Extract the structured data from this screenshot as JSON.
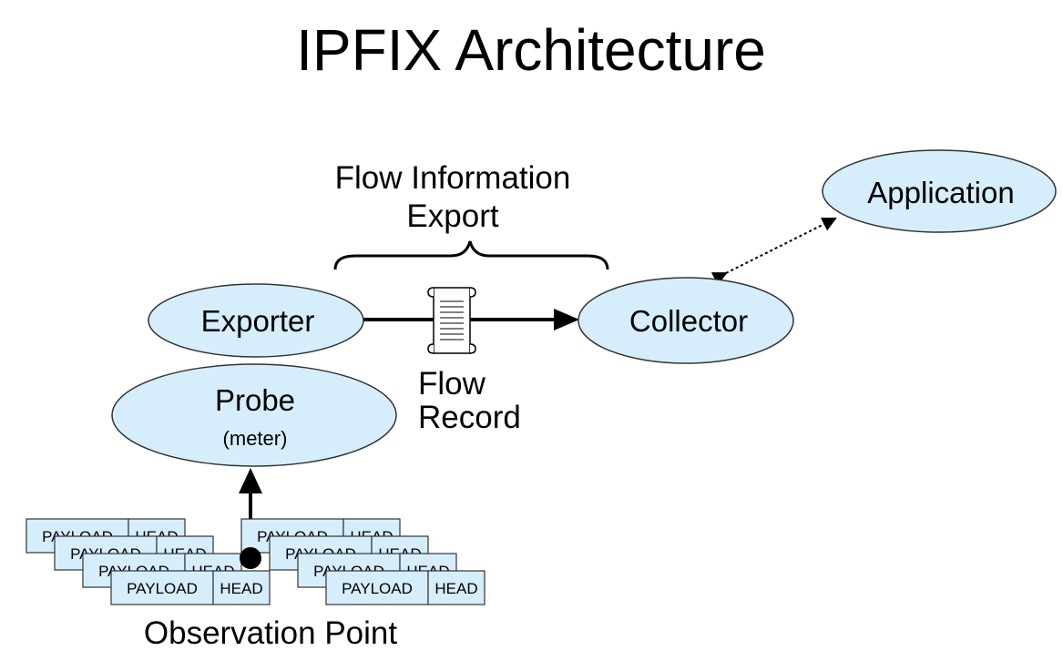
{
  "title": "IPFIX Architecture",
  "nodes": {
    "exporter": "Exporter",
    "probe": "Probe",
    "probe_sub": "(meter)",
    "collector": "Collector",
    "application": "Application"
  },
  "labels": {
    "flow_info_line1": "Flow Information",
    "flow_info_line2": "Export",
    "flow_record_line1": "Flow",
    "flow_record_line2": "Record",
    "observation_point": "Observation Point"
  },
  "packet": {
    "payload": "PAYLOAD",
    "head": "HEAD"
  },
  "colors": {
    "node_fill": "#d6eefc",
    "stroke": "#333333"
  }
}
